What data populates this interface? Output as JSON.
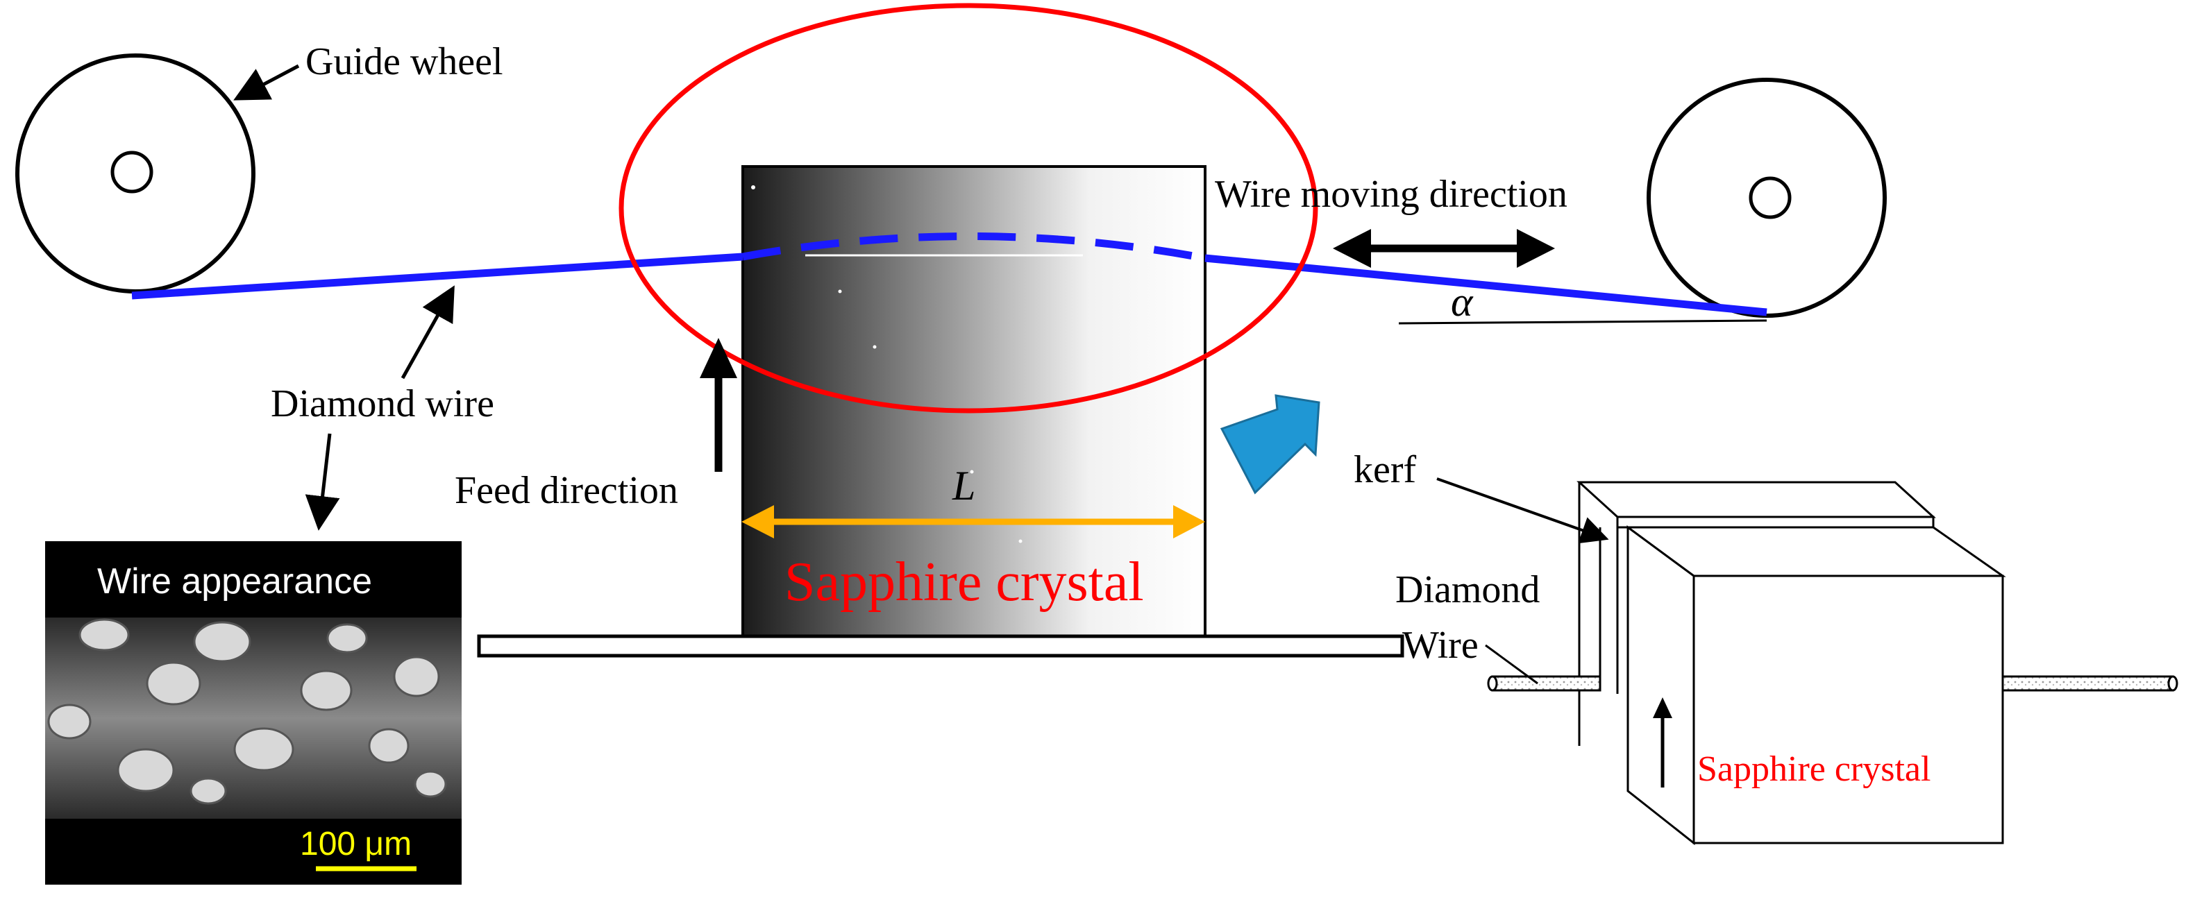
{
  "labels": {
    "guide_wheel": "Guide wheel",
    "wire_moving_direction": "Wire moving direction",
    "alpha": "α",
    "diamond_wire": "Diamond wire",
    "feed_direction": "Feed direction",
    "length": "L",
    "sapphire_crystal_main": "Sapphire crystal",
    "kerf": "kerf",
    "diamond_wire_detail_line1": "Diamond",
    "diamond_wire_detail_line2": "Wire",
    "sapphire_crystal_detail": "Sapphire crystal",
    "wire_appearance": "Wire appearance",
    "scale_bar": "100 μm"
  },
  "colors": {
    "wire": "#1a1aff",
    "highlight_circle": "#ff0000",
    "length_arrow": "#ffb000",
    "zoom_arrow": "#1f97d4",
    "scale_bar": "#ffff00",
    "crystal_label": "#ff0000"
  },
  "icons": {
    "zoom_arrow": "blue-block-arrow-icon",
    "guide_wheel": "circle-wheel-icon"
  }
}
